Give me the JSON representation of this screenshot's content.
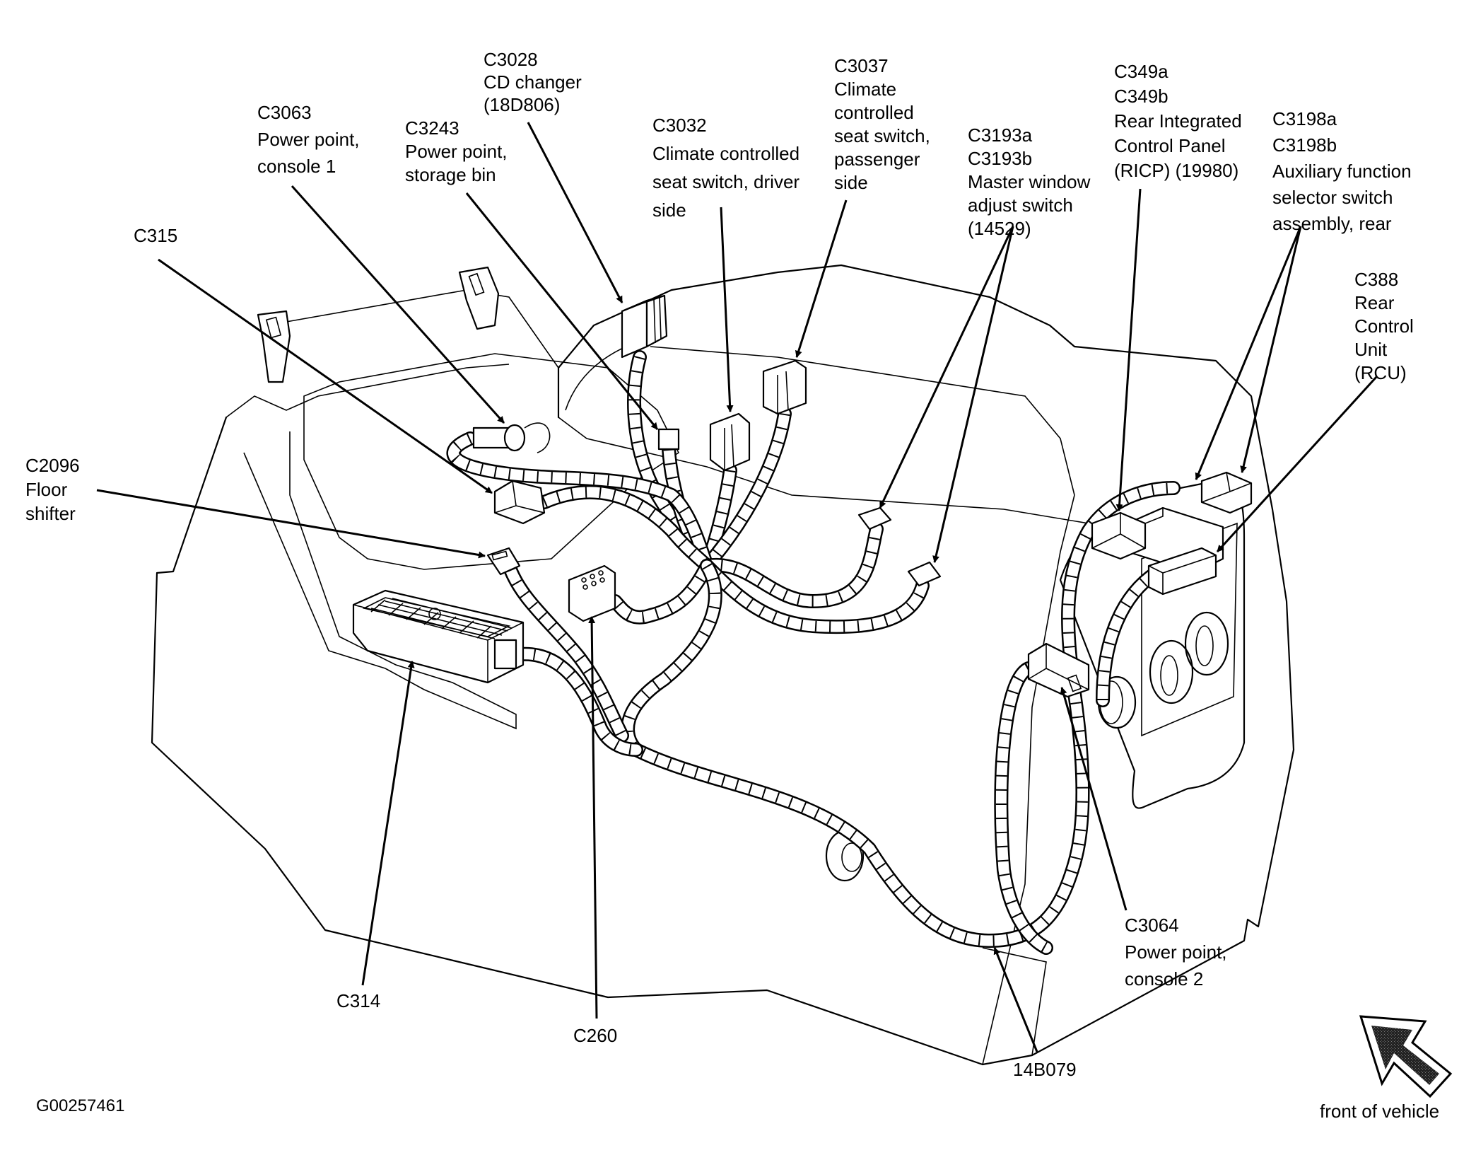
{
  "figure": {
    "id": "G00257461",
    "orientation_label": "front of vehicle",
    "orientation_icon": "front-of-vehicle-arrow-icon"
  },
  "callouts": [
    {
      "key": "c3028",
      "lines": [
        "C3028",
        "CD changer",
        "(18D806)"
      ]
    },
    {
      "key": "c3063",
      "lines": [
        "C3063",
        "Power point,",
        "console 1"
      ]
    },
    {
      "key": "c3243",
      "lines": [
        "C3243",
        "Power point,",
        "storage bin"
      ]
    },
    {
      "key": "c3032",
      "lines": [
        "C3032",
        "Climate controlled",
        "seat switch, driver",
        "side"
      ]
    },
    {
      "key": "c3037",
      "lines": [
        "C3037",
        "Climate",
        "controlled",
        "seat switch,",
        "passenger",
        "side"
      ]
    },
    {
      "key": "c3193",
      "lines": [
        "C3193a",
        "C3193b",
        "Master window",
        "adjust switch",
        "(14529)"
      ]
    },
    {
      "key": "c349",
      "lines": [
        "C349a",
        "C349b",
        "Rear Integrated",
        "Control Panel",
        "(RICP) (19980)"
      ]
    },
    {
      "key": "c3198",
      "lines": [
        "C3198a",
        "C3198b",
        "Auxiliary function",
        "selector switch",
        "assembly, rear"
      ]
    },
    {
      "key": "c388",
      "lines": [
        "C388",
        "Rear",
        "Control",
        "Unit",
        "(RCU)"
      ]
    },
    {
      "key": "c315",
      "lines": [
        "C315"
      ]
    },
    {
      "key": "c2096",
      "lines": [
        "C2096",
        "Floor",
        "shifter"
      ]
    },
    {
      "key": "c314",
      "lines": [
        "C314"
      ]
    },
    {
      "key": "c260",
      "lines": [
        "C260"
      ]
    },
    {
      "key": "c3064",
      "lines": [
        "C3064",
        "Power point,",
        "console 2"
      ]
    },
    {
      "key": "14b079",
      "lines": [
        "14B079"
      ]
    }
  ]
}
